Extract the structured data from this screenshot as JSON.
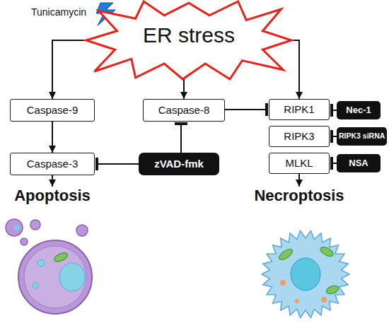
{
  "diagram": {
    "nodes": [
      {
        "text": [
          "ER stress"
        ]
      },
      {
        "text": [
          "Caspase-9"
        ]
      },
      {
        "text": [
          "Caspase-8"
        ]
      },
      {
        "text": [
          "RIPK1"
        ]
      },
      {
        "text": [
          "Nec-1"
        ]
      },
      {
        "text": [
          "RIPK3"
        ]
      },
      {
        "text": [
          "RIPK3 siRNA"
        ]
      },
      {
        "text": [
          "Caspase-3"
        ]
      },
      {
        "text": [
          "zVAD-fmk"
        ]
      },
      {
        "text": [
          "MLKL"
        ]
      },
      {
        "text": [
          "NSA"
        ]
      }
    ],
    "edges": [
      {
        "from": 0,
        "to": 1,
        "arrow": "to"
      },
      {
        "from": 0,
        "to": 2,
        "arrow": "to"
      },
      {
        "from": 0,
        "to": 3,
        "arrow": "to"
      },
      {
        "from": 1,
        "to": 7,
        "arrow": "to"
      },
      {
        "from": 2,
        "to": 3,
        "arrow": "to"
      },
      {
        "from": 4,
        "to": 3,
        "arrow": "to"
      },
      {
        "from": 6,
        "to": 5,
        "arrow": "to"
      },
      {
        "from": 8,
        "to": 7,
        "arrow": "to"
      },
      {
        "from": 8,
        "to": 2,
        "arrow": "to"
      },
      {
        "from": 10,
        "to": 9,
        "arrow": "to"
      }
    ],
    "labels": [
      "Tunicamycin",
      "Apoptosis",
      "Necroptosis"
    ]
  }
}
